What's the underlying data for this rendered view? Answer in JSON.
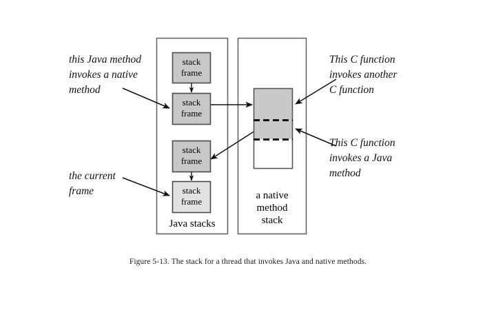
{
  "figure": {
    "caption": "Figure 5-13. The stack for a thread that invokes Java and native methods.",
    "colors": {
      "frame_fill_dark": "#c8c8c8",
      "frame_fill_light": "#e2e2e2",
      "native_segment_fill": "#c8c8c8",
      "native_empty_fill": "#ffffff",
      "outline": "#555555",
      "text": "#111111",
      "background": "#ffffff"
    },
    "java_stacks_box": {
      "label": "Java stacks",
      "frames": [
        {
          "line1": "stack",
          "line2": "frame",
          "shade": "dark"
        },
        {
          "line1": "stack",
          "line2": "frame",
          "shade": "dark"
        },
        {
          "line1": "stack",
          "line2": "frame",
          "shade": "dark"
        },
        {
          "line1": "stack",
          "line2": "frame",
          "shade": "light"
        }
      ]
    },
    "native_method_stack_box": {
      "label_line1": "a native",
      "label_line2": "method",
      "label_line3": "stack",
      "segments": [
        {
          "name": "c-function-segment-top",
          "fill": "gray"
        },
        {
          "name": "c-function-segment-bottom",
          "fill": "gray"
        },
        {
          "name": "unused-segment",
          "fill": "white"
        }
      ]
    },
    "annotations": [
      {
        "id": "java-invokes-native",
        "text": "this Java method\ninvokes a native\nmethod",
        "points_to": "java-stack-frame-2"
      },
      {
        "id": "current-frame",
        "text": "the current\nframe",
        "points_to": "java-stack-frame-4"
      },
      {
        "id": "c-invokes-c",
        "text": "This C function\ninvokes another\nC function",
        "points_to": "native-segment-top"
      },
      {
        "id": "c-invokes-java",
        "text": "This C function\ninvokes a Java\nmethod",
        "points_to": "native-segment-bottom"
      }
    ]
  }
}
